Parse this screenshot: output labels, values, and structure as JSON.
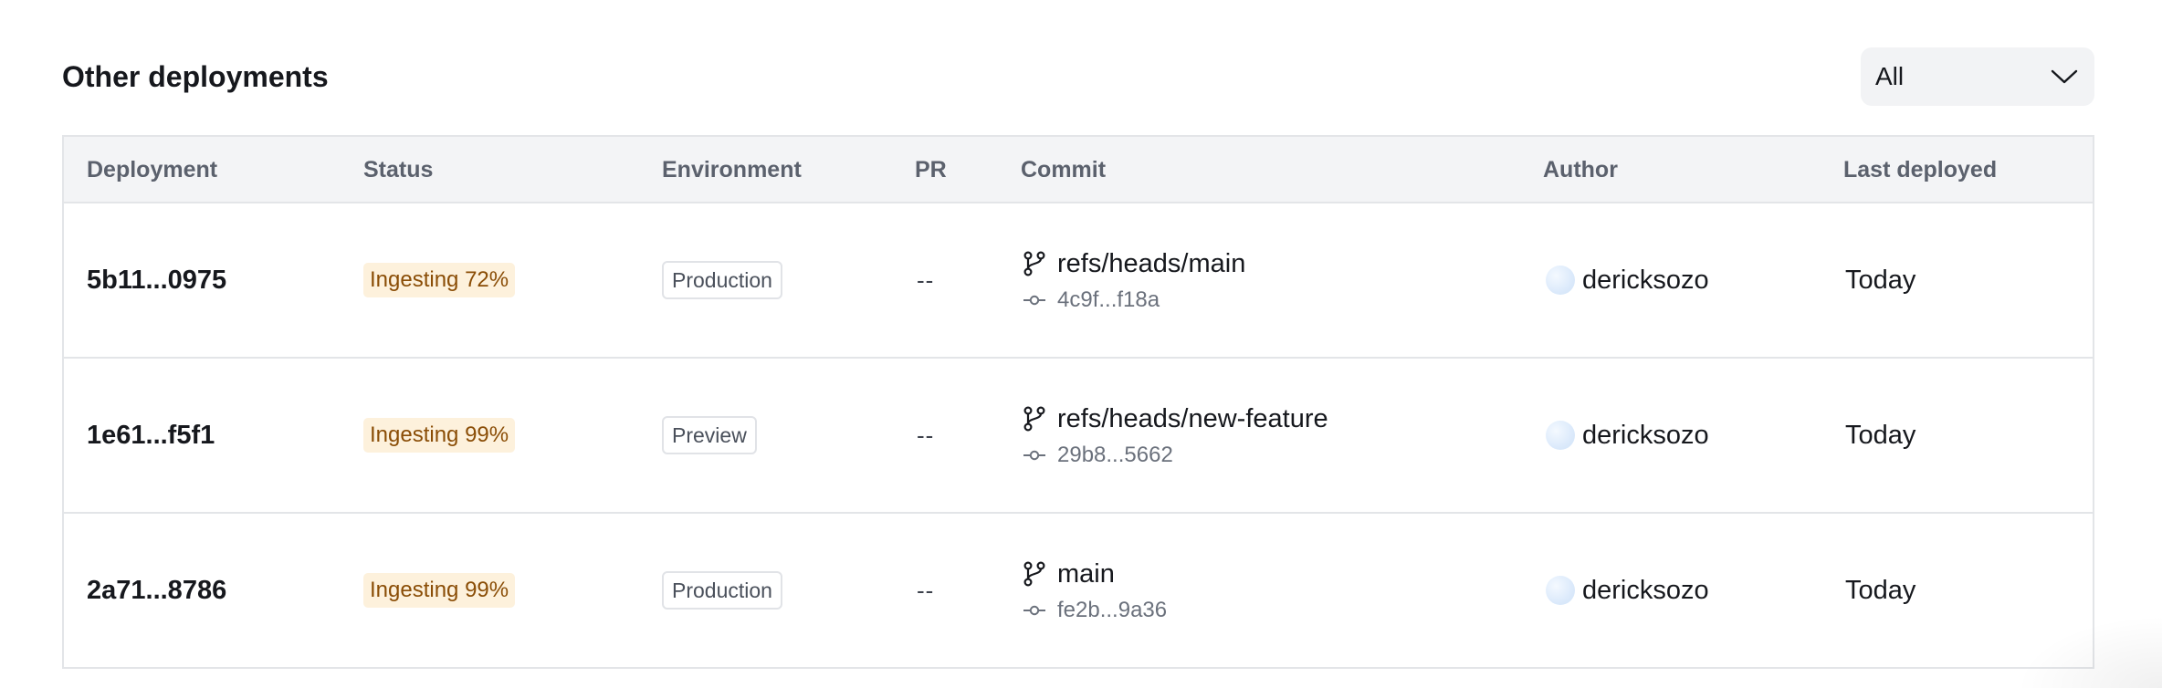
{
  "section": {
    "title": "Other deployments"
  },
  "filter": {
    "selected": "All",
    "icon": "chevron-down-icon"
  },
  "table": {
    "columns": {
      "deployment": "Deployment",
      "status": "Status",
      "environment": "Environment",
      "pr": "PR",
      "commit": "Commit",
      "author": "Author",
      "last_deployed": "Last deployed"
    },
    "rows": [
      {
        "deployment": "5b11...0975",
        "status": "Ingesting 72%",
        "environment": "Production",
        "pr": "--",
        "branch": "refs/heads/main",
        "sha": "4c9f...f18a",
        "author": "dericksozo",
        "last_deployed": "Today"
      },
      {
        "deployment": "1e61...f5f1",
        "status": "Ingesting 99%",
        "environment": "Preview",
        "pr": "--",
        "branch": "refs/heads/new-feature",
        "sha": "29b8...5662",
        "author": "dericksozo",
        "last_deployed": "Today"
      },
      {
        "deployment": "2a71...8786",
        "status": "Ingesting 99%",
        "environment": "Production",
        "pr": "--",
        "branch": "main",
        "sha": "fe2b...9a36",
        "author": "dericksozo",
        "last_deployed": "Today"
      }
    ]
  },
  "colors": {
    "status_badge_bg": "#fdf1dc",
    "status_badge_text": "#8a4d06",
    "header_bg": "#f3f4f6",
    "border": "#e3e5e8"
  },
  "icons": {
    "branch": "git-branch-icon",
    "commit": "git-commit-icon",
    "avatar": "avatar"
  }
}
